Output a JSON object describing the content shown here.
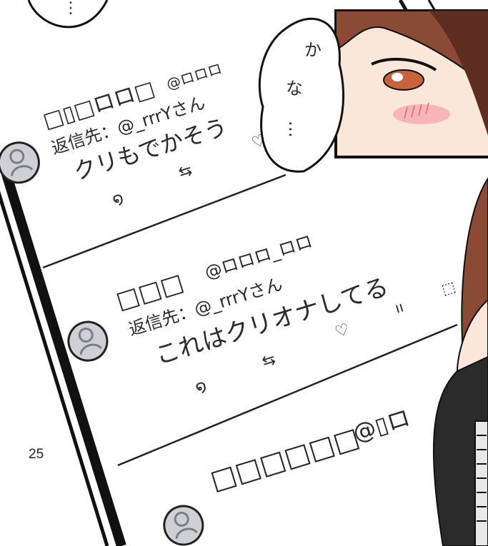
{
  "page_number": "25",
  "speech_bubble": {
    "line1": "か",
    "line2": "な",
    "line3": "…"
  },
  "posts": [
    {
      "name_boxes": "□▯□ロロ□",
      "handle": "@ロロロ",
      "reply_to": "返信先：@_rrrYさん",
      "body": "クリもでかそう",
      "icons": [
        "reply-icon",
        "retweet-icon",
        "like-icon"
      ]
    },
    {
      "name_boxes": "□□□",
      "handle": "@ロロロ_ロロ",
      "reply_to": "返信先：@_rrrYさん",
      "body": "これはクリオナしてる",
      "icons": [
        "reply-icon",
        "retweet-icon",
        "like-icon",
        "views-icon",
        "share-icon"
      ]
    },
    {
      "name_boxes": "□□□□□□",
      "handle": "@▯ロ",
      "reply_to": "",
      "body": "",
      "icons": []
    }
  ],
  "colors": {
    "avatar_fill": "#cfd0d6",
    "avatar_figure": "#7b7d86",
    "hair": "#8a4a36",
    "hair_dark": "#5e2c20",
    "skin": "#fbe6da",
    "blush": "#f6a8b3",
    "outline": "#111111"
  }
}
